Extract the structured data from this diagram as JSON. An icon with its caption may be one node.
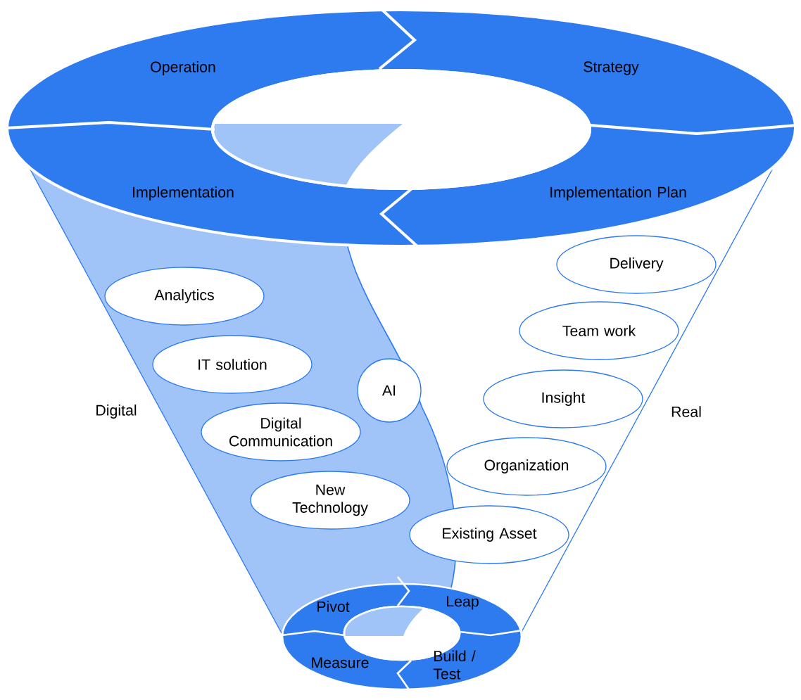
{
  "diagram": {
    "nodes": [
      {
        "text": [
          "Operation"
        ]
      },
      {
        "text": [
          "Strategy"
        ]
      },
      {
        "text": [
          "Implementation"
        ]
      },
      {
        "text": [
          "Implementation Plan"
        ]
      },
      {
        "text": [
          "Analytics"
        ]
      },
      {
        "text": [
          "IT solution"
        ]
      },
      {
        "text": [
          "Digital Communication"
        ]
      },
      {
        "text": [
          "New Technology"
        ]
      },
      {
        "text": [
          "AI"
        ]
      },
      {
        "text": [
          "Delivery"
        ]
      },
      {
        "text": [
          "Team work"
        ]
      },
      {
        "text": [
          "Insight"
        ]
      },
      {
        "text": [
          "Organization"
        ]
      },
      {
        "text": [
          "Existing Asset"
        ]
      },
      {
        "text": [
          "Pivot"
        ]
      },
      {
        "text": [
          "Leap"
        ]
      },
      {
        "text": [
          "Build / Test"
        ]
      },
      {
        "text": [
          "Measure"
        ]
      }
    ],
    "labels": [
      "Digital",
      "Real"
    ]
  }
}
